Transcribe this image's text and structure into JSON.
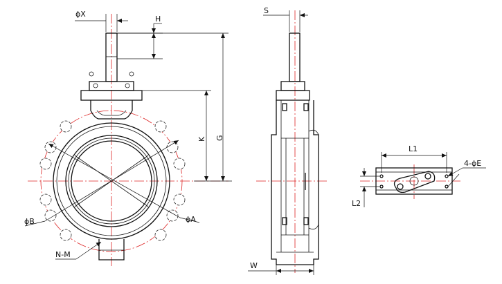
{
  "labels": {
    "phi_x": "ϕX",
    "h": "H",
    "s": "S",
    "k": "K",
    "g": "G",
    "phi_b": "ϕB",
    "phi_a": "ϕA",
    "n_m": "N-M",
    "w": "W",
    "l1": "L1",
    "l2": "L2",
    "phi_e": "4-ϕE"
  },
  "colors": {
    "outline": "#111111",
    "centerline": "#dd2222",
    "background": "#ffffff"
  }
}
